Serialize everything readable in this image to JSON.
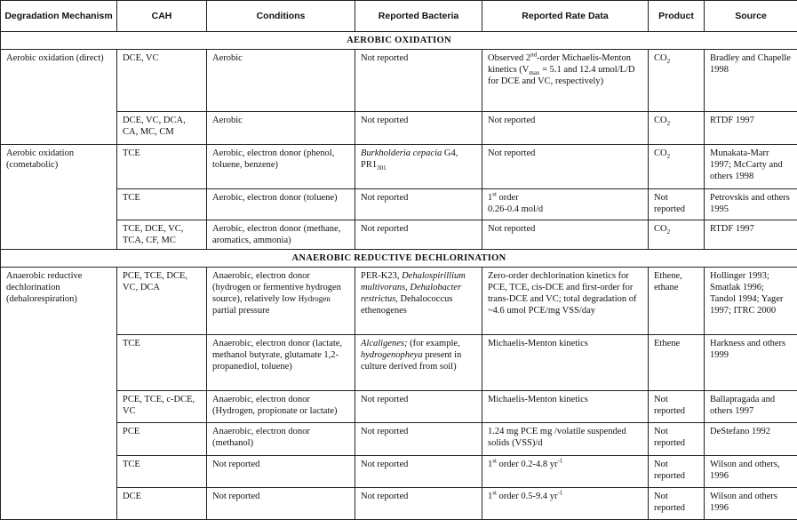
{
  "headers": [
    "Degradation Mechanism",
    "CAH",
    "Conditions",
    "Reported Bacteria",
    "Reported Rate Data",
    "Product",
    "Source"
  ],
  "sections": {
    "aerobic": "AEROBIC OXIDATION",
    "anaerobic": "ANAEROBIC REDUCTIVE DECHLORINATION"
  },
  "rows": {
    "r1": {
      "mechanism": "Aerobic oxidation (direct)",
      "cah": "DCE, VC",
      "conditions": "Aerobic",
      "bacteria": "Not reported",
      "rate_a": "Observed 2",
      "rate_sup": "nd",
      "rate_b": "-order Michaelis-Menton kinetics (V",
      "rate_sub": "max",
      "rate_c": " = 5.1 and 12.4 umol/L/D for DCE and VC, respectively)",
      "product": "CO",
      "product_sub": "2",
      "source": "Bradley and Chapelle 1998"
    },
    "r2": {
      "cah": "DCE, VC, DCA, CA, MC, CM",
      "conditions": "Aerobic",
      "bacteria": "Not reported",
      "rate": "Not reported",
      "product": "CO",
      "product_sub": "2",
      "source": "RTDF 1997"
    },
    "r3": {
      "mechanism": "Aerobic oxidation (cometabolic)",
      "cah": "TCE",
      "conditions": "Aerobic, electron donor (phenol, toluene, benzene)",
      "bacteria_italic": "Burkholderia cepacia",
      "bacteria_a": " G4, PR1",
      "bacteria_sub": "301",
      "rate": "Not reported",
      "product": "CO",
      "product_sub": "2",
      "source": "Munakata-Marr 1997; McCarty and others 1998"
    },
    "r4": {
      "cah": "TCE",
      "conditions": "Aerobic, electron donor (toluene)",
      "bacteria": "Not reported",
      "rate_a": "1",
      "rate_sup": "st",
      "rate_b": " order",
      "rate_c": "0.26-0.4  mol/d",
      "product": "Not reported",
      "source": "Petrovskis and others 1995"
    },
    "r5": {
      "cah": "TCE, DCE, VC, TCA, CF, MC",
      "conditions": "Aerobic, electron donor (methane, aromatics, ammonia)",
      "bacteria": "Not reported",
      "rate": "Not reported",
      "product": "CO",
      "product_sub": "2",
      "source": "RTDF 1997"
    },
    "r6": {
      "mechanism": "Anaerobic reductive dechlorination (dehalorespiration)",
      "cah": "PCE, TCE, DCE, VC, DCA",
      "conditions_a": "Anaerobic, electron donor (hydrogen or fermentive hydrogen source), relatively low ",
      "conditions_small": "Hydrogen",
      "conditions_b": " partial pressure",
      "bacteria_a": "PER-K23, ",
      "bacteria_it1": "Dehalospirillium multivorans, Dehalobacter restrictus,",
      "bacteria_b": " Dehalococcus ethenogenes",
      "rate": "Zero-order dechlorination kinetics for PCE, TCE, cis-DCE and first-order for trans-DCE and VC; total degradation of  ~4.6 umol PCE/mg VSS/day",
      "product": "Ethene, ethane",
      "source": "Hollinger 1993; Smatlak 1996; Tandol 1994; Yager 1997; ITRC 2000"
    },
    "r7": {
      "cah": "TCE",
      "conditions": "Anaerobic, electron donor (lactate, methanol butyrate, glutamate 1,2-propanediol, toluene)",
      "bacteria_it1": "Alcaligenes;",
      "bacteria_a": " (for example, ",
      "bacteria_it2": "hydrogenopheya",
      "bacteria_b": " present in culture derived from soil)",
      "rate": "Michaelis-Menton kinetics",
      "product": "Ethene",
      "source": "Harkness and others 1999"
    },
    "r8": {
      "cah": "PCE, TCE, c-DCE, VC",
      "conditions": "Anaerobic, electron donor (Hydrogen, propionate or lactate)",
      "bacteria": "Not reported",
      "rate": "Michaelis-Menton kinetics",
      "product": "Not reported",
      "source": "Ballapragada and others 1997"
    },
    "r9": {
      "cah": "PCE",
      "conditions": "Anaerobic,  electron donor (methanol)",
      "bacteria": "Not reported",
      "rate": "1.24 mg PCE mg /volatile suspended solids (VSS)/d",
      "product": "Not reported",
      "source": "DeStefano 1992"
    },
    "r10": {
      "cah": "TCE",
      "conditions": "Not reported",
      "bacteria": "Not reported",
      "rate_a": "1",
      "rate_sup": "st",
      "rate_b": " order 0.2-4.8 yr",
      "rate_sup2": "-1",
      "product": "Not reported",
      "source": "Wilson and others, 1996"
    },
    "r11": {
      "cah": "DCE",
      "conditions": "Not reported",
      "bacteria": "Not reported",
      "rate_a": "1",
      "rate_sup": "st",
      "rate_b": " order 0.5-9.4 yr",
      "rate_sup2": "-1",
      "product": "Not reported",
      "source": "Wilson and others 1996"
    }
  }
}
